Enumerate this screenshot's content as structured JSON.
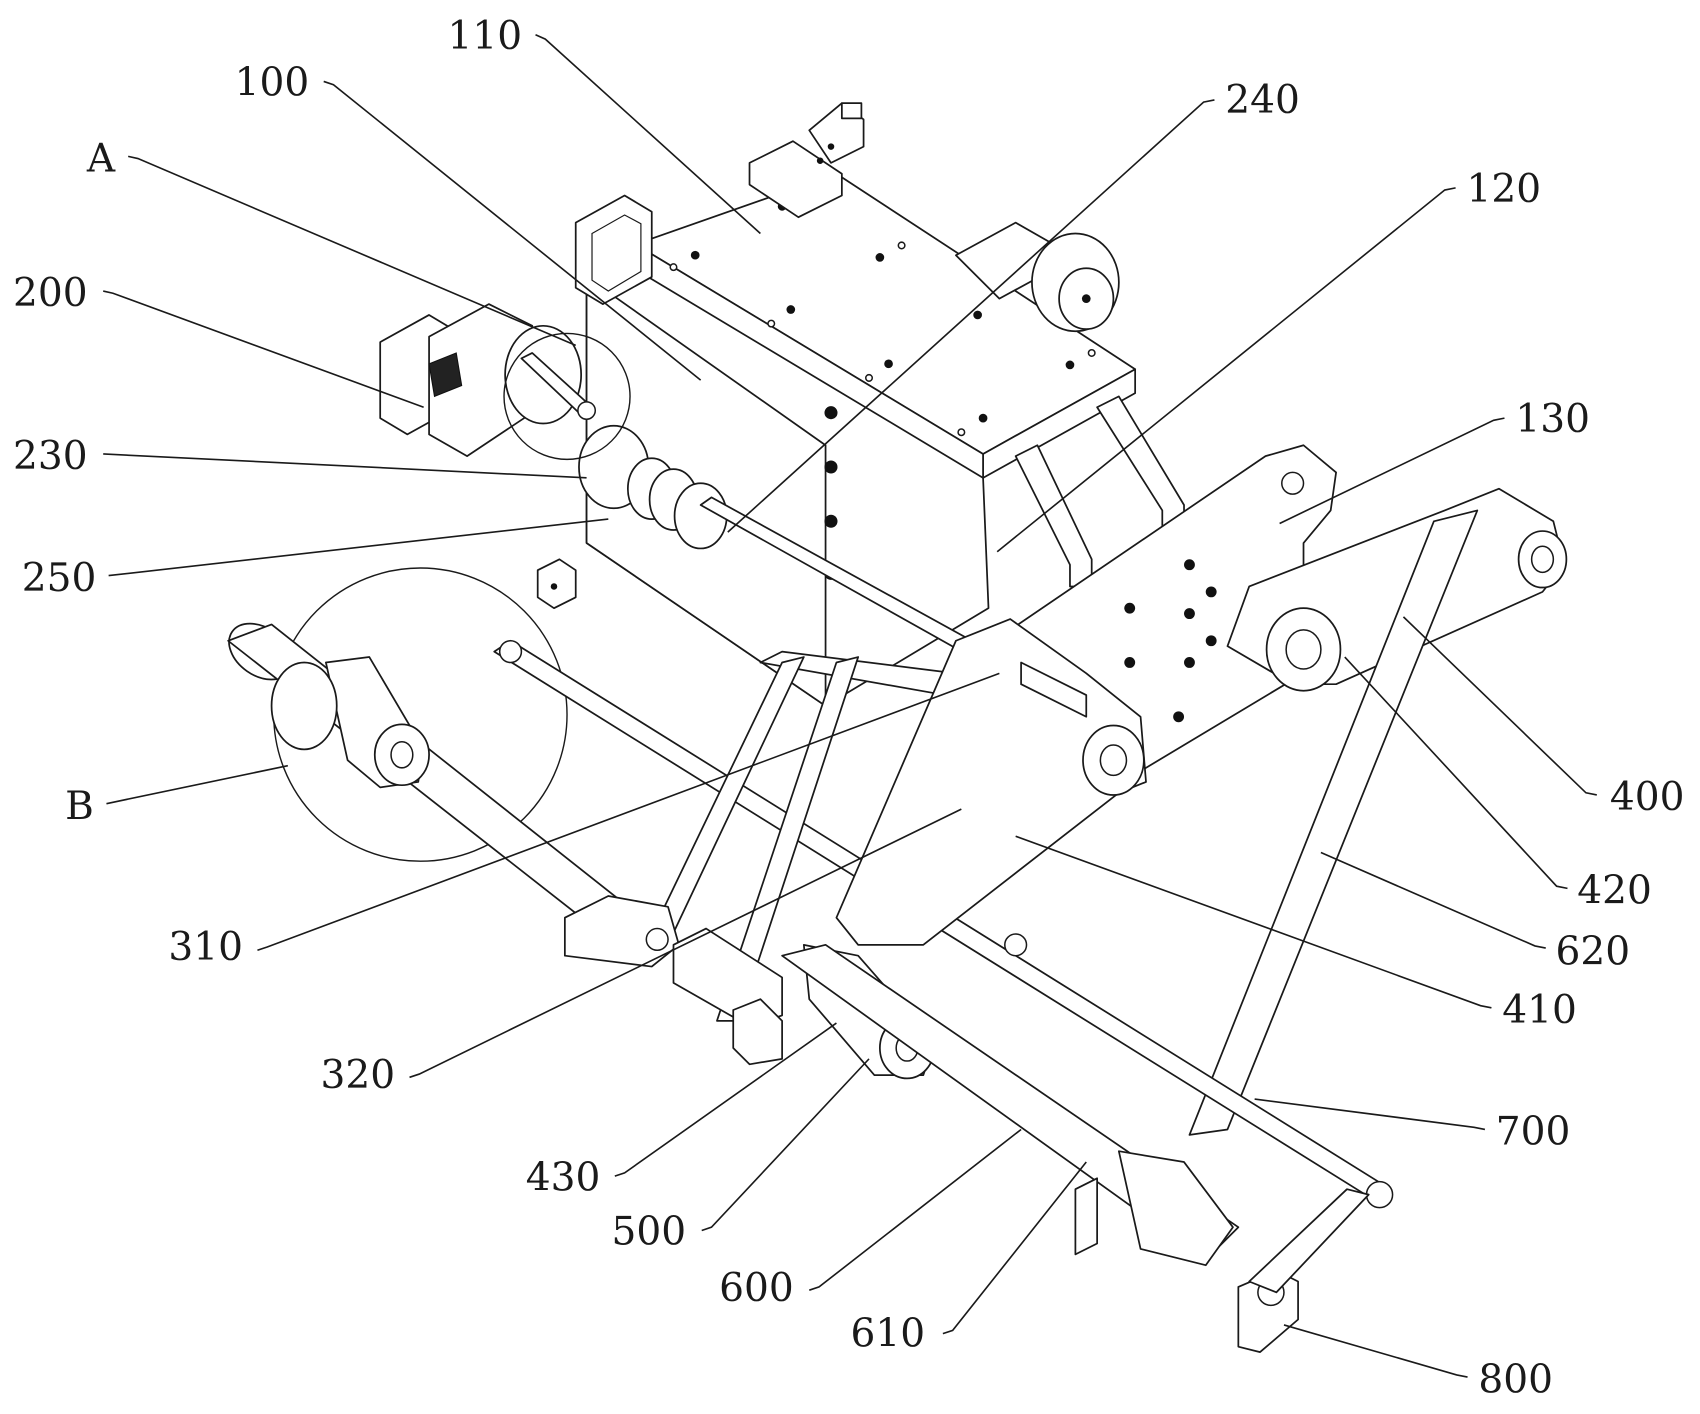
{
  "figure": {
    "type": "patent mechanical drawing (isometric)",
    "colors": {
      "line": "#1a1a1a",
      "background": "#ffffff"
    }
  },
  "labels": {
    "l110": "110",
    "l100": "100",
    "lA": "A",
    "l200": "200",
    "l230": "230",
    "l250": "250",
    "lB": "B",
    "l310": "310",
    "l320": "320",
    "l430": "430",
    "l500": "500",
    "l600": "600",
    "l610": "610",
    "l240": "240",
    "l120": "120",
    "l130": "130",
    "l400": "400",
    "l420": "420",
    "l620": "620",
    "l410": "410",
    "l700": "700",
    "l800": "800"
  }
}
